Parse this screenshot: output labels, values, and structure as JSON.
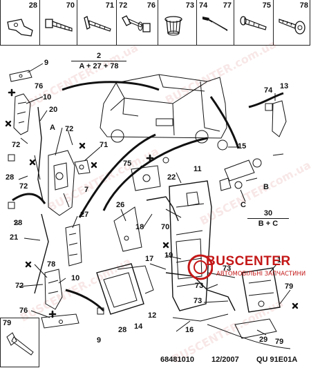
{
  "header_parts": [
    "28",
    "70",
    "71",
    "72",
    "76",
    "73",
    "74",
    "77",
    "75",
    "78"
  ],
  "groups": {
    "g2": {
      "number": "2",
      "formula": "A + 27 + 78"
    },
    "g30": {
      "number": "30",
      "formula": "B + C"
    }
  },
  "labels": {
    "l9a": "9",
    "l76a": "76",
    "l10a": "10",
    "l20": "20",
    "l72a": "72",
    "lA": "A",
    "l72b": "72",
    "l71": "71",
    "l28a": "28",
    "l72c": "72",
    "l7": "7",
    "l28b": "28",
    "l21": "21",
    "l27": "27",
    "l78": "78",
    "l72d": "72",
    "l10b": "10",
    "l76b": "76",
    "l28c": "28",
    "l9b": "9",
    "l79a": "79",
    "l26": "26",
    "l18": "18",
    "l17": "17",
    "l14": "14",
    "l12": "12",
    "l75": "75",
    "l22": "22",
    "l11": "11",
    "l15": "15",
    "l74": "74",
    "l13": "13",
    "lB": "B",
    "lC": "C",
    "l70": "70",
    "l19": "19",
    "l73a": "73",
    "l73b": "73",
    "l73c": "73",
    "l16": "16",
    "l1": "1",
    "l79b": "79",
    "l29": "29",
    "l79c": "79"
  },
  "logo": {
    "name": "BUSCENTER",
    "tagline": "АВТОМОБІЛЬНІ ЗАПЧАСТИНИ"
  },
  "watermarks": [
    "BUSCENTER.com.ua",
    "BUSCENTER.com.ua",
    "BUSCENTER.com.ua",
    "BUSCENTER.com.ua",
    "BUSCENTER.com.ua",
    "BUSCENTER.com.ua"
  ],
  "footer": {
    "ref": "68481010",
    "date": "12/2007",
    "code": "QU 91E01A"
  },
  "colors": {
    "ink": "#111111",
    "brand": "#c41717"
  }
}
